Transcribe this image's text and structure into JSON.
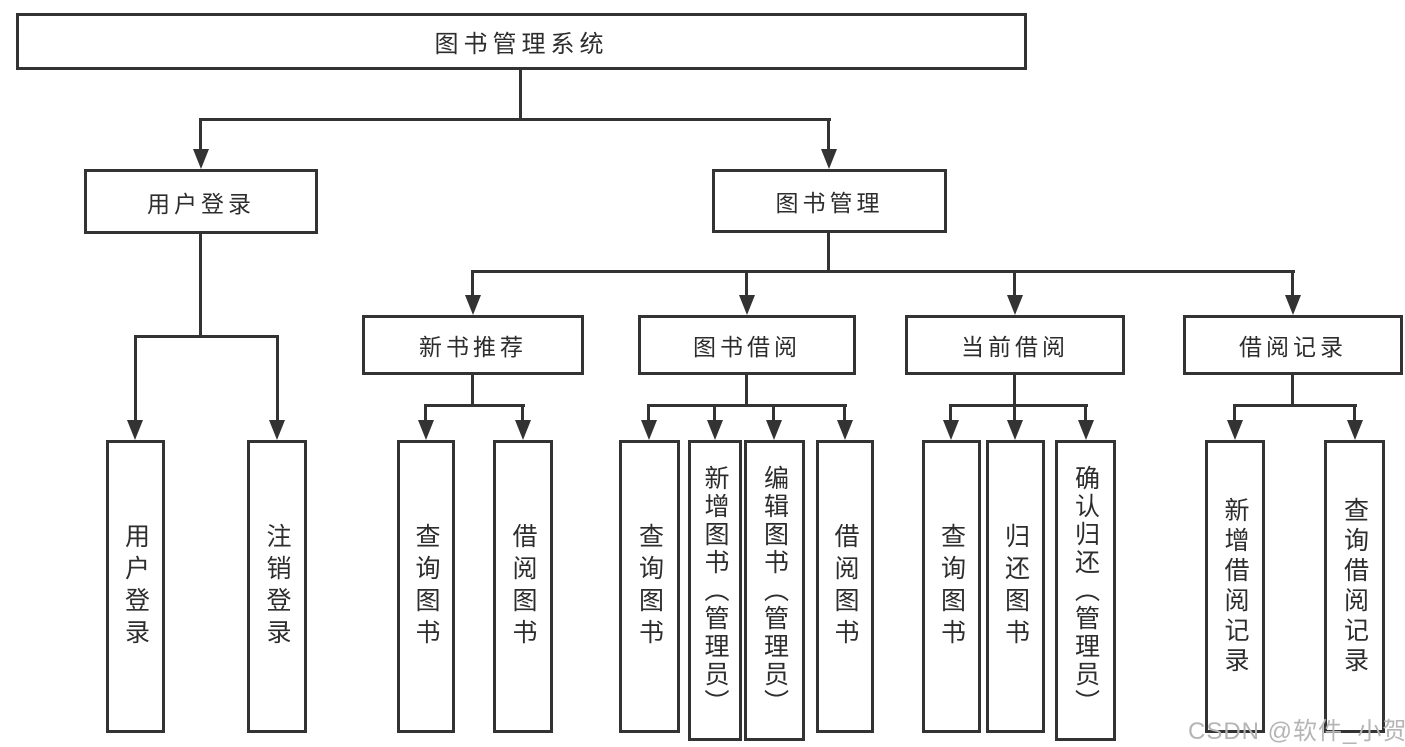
{
  "tree": {
    "root": {
      "label": "图书管理系统"
    },
    "level2": [
      {
        "label": "用户登录"
      },
      {
        "label": "图书管理"
      }
    ],
    "level3": [
      {
        "label": "新书推荐"
      },
      {
        "label": "图书借阅"
      },
      {
        "label": "当前借阅"
      },
      {
        "label": "借阅记录"
      }
    ],
    "leaves": {
      "user_login": [
        "用户登录",
        "注销登录"
      ],
      "new_books": [
        "查询图书",
        "借阅图书"
      ],
      "book_borrow": [
        "查询图书",
        "新增图书（管理员）",
        "编辑图书（管理员）",
        "借阅图书"
      ],
      "current_borrow": [
        "查询图书",
        "归还图书",
        "确认归还（管理员）"
      ],
      "borrow_records": [
        "新增借阅记录",
        "查询借阅记录"
      ]
    }
  },
  "watermark": {
    "text": "CSDN @软件_小贺同学"
  },
  "colors": {
    "line": "#333333",
    "text": "#2d2d2d",
    "watermark": "#b5b5b5",
    "background": "#ffffff"
  }
}
